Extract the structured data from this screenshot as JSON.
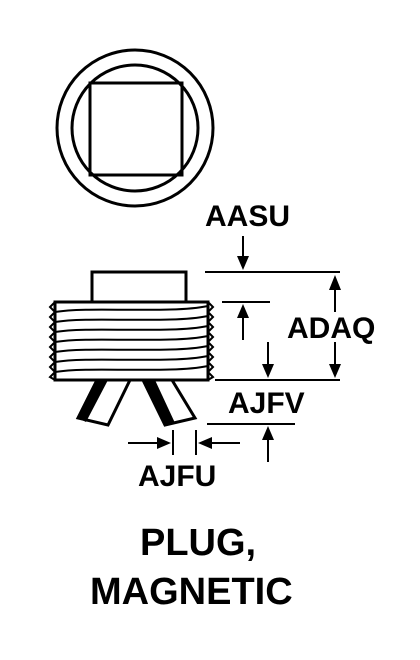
{
  "dimensions": {
    "aasu": "AASU",
    "adaq": "ADAQ",
    "ajfv": "AJFV",
    "ajfu": "AJFU"
  },
  "caption": {
    "line1": "PLUG,",
    "line2": "MAGNETIC"
  }
}
